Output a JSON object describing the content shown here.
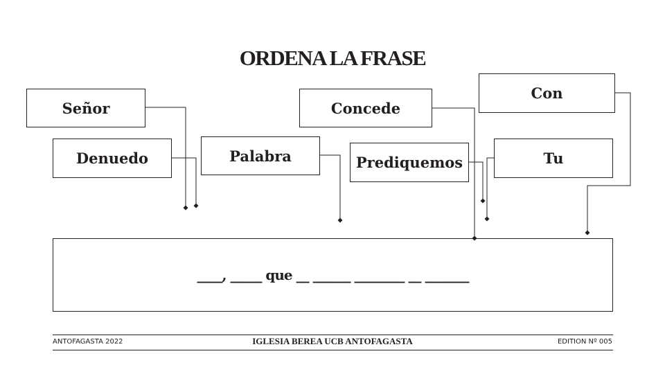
{
  "title": "ORDENA LA FRASE",
  "words": [
    "Señor",
    "Denuedo",
    "Palabra",
    "Concede",
    "Prediquemos",
    "Tu",
    "Con"
  ],
  "sentence": "____, _____ que __ ______ ________ __ _______",
  "footer": {
    "left": "ANTOFAGASTA 2022",
    "center": "IGLESIA BEREA UCB ANTOFAGASTA",
    "right": "EDITION Nº 005"
  }
}
